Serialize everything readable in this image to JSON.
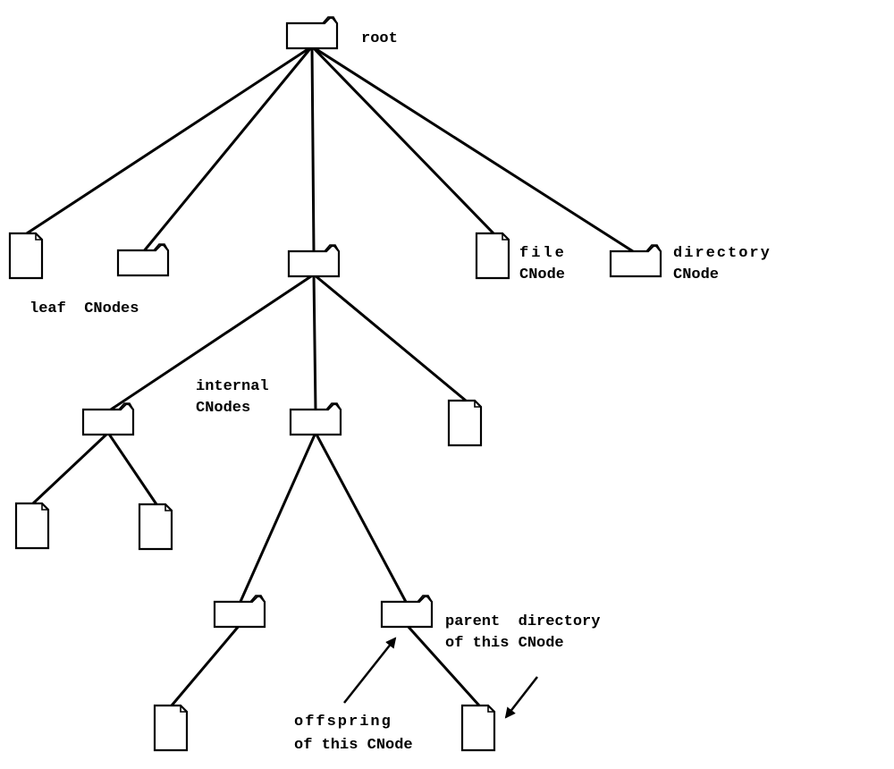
{
  "diagram": {
    "labels": {
      "root": "root",
      "leaf_cnodes": "leaf  CNodes",
      "file_line1": "file",
      "file_line2": "CNode",
      "directory_line1": "directory",
      "directory_line2": "CNode",
      "internal_line1": "internal",
      "internal_line2": "CNodes",
      "parent_line1": "parent  directory",
      "parent_line2": "of this CNode",
      "offspring_line1": "offspring",
      "offspring_line2": "of this CNode"
    },
    "nodes": [
      {
        "id": "root",
        "kind": "directory"
      },
      {
        "id": "leaf-file-left",
        "kind": "file"
      },
      {
        "id": "dir-left",
        "kind": "directory"
      },
      {
        "id": "internal-center",
        "kind": "directory"
      },
      {
        "id": "file-cnode",
        "kind": "file"
      },
      {
        "id": "directory-cnode",
        "kind": "directory"
      },
      {
        "id": "dir-lower-left",
        "kind": "directory"
      },
      {
        "id": "dir-lower-center",
        "kind": "directory"
      },
      {
        "id": "file-right-of-internal",
        "kind": "file"
      },
      {
        "id": "file-ll-a",
        "kind": "file"
      },
      {
        "id": "file-ll-b",
        "kind": "file"
      },
      {
        "id": "dir-bottom-left",
        "kind": "directory"
      },
      {
        "id": "dir-parent",
        "kind": "directory"
      },
      {
        "id": "file-bottom-left",
        "kind": "file"
      },
      {
        "id": "file-offspring",
        "kind": "file"
      }
    ],
    "edges": [
      [
        "root",
        "leaf-file-left"
      ],
      [
        "root",
        "dir-left"
      ],
      [
        "root",
        "internal-center"
      ],
      [
        "root",
        "file-cnode"
      ],
      [
        "root",
        "directory-cnode"
      ],
      [
        "internal-center",
        "dir-lower-left"
      ],
      [
        "internal-center",
        "dir-lower-center"
      ],
      [
        "internal-center",
        "file-right-of-internal"
      ],
      [
        "dir-lower-left",
        "file-ll-a"
      ],
      [
        "dir-lower-left",
        "file-ll-b"
      ],
      [
        "dir-lower-center",
        "dir-bottom-left"
      ],
      [
        "dir-lower-center",
        "dir-parent"
      ],
      [
        "dir-bottom-left",
        "file-bottom-left"
      ],
      [
        "dir-parent",
        "file-offspring"
      ]
    ],
    "icons": {
      "directory": "folder-icon",
      "file": "file-icon"
    }
  }
}
